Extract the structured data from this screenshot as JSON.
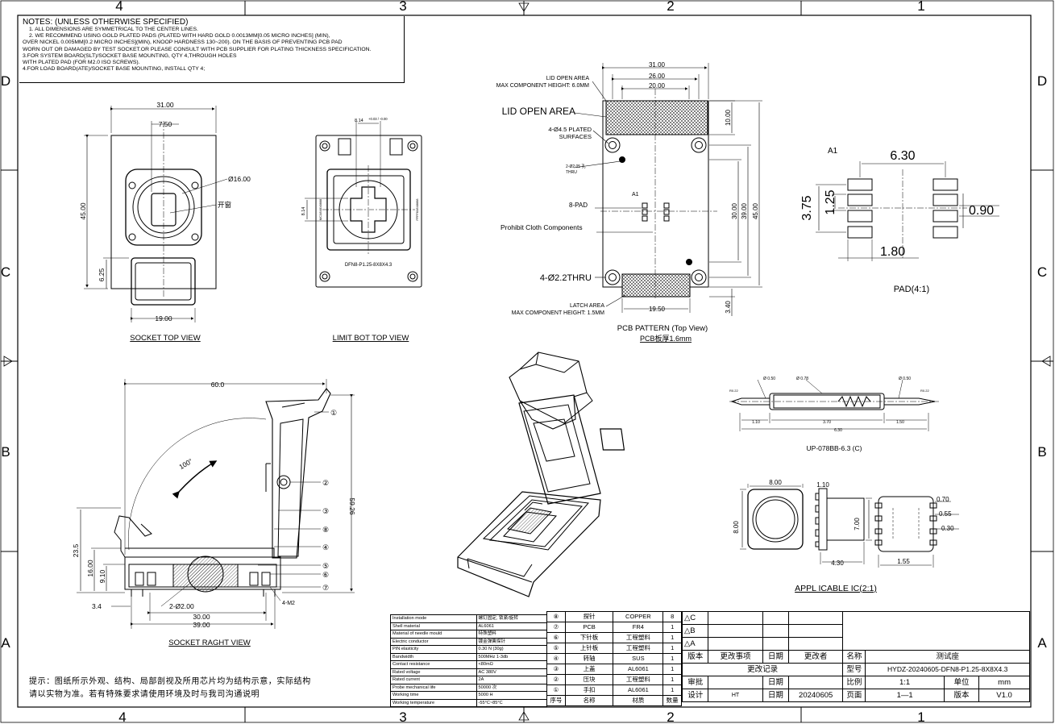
{
  "frame": {
    "cols_top": [
      "4",
      "3",
      "2",
      "1"
    ],
    "cols_bottom": [
      "4",
      "3",
      "2",
      "1"
    ],
    "rows_left": [
      "D",
      "C",
      "B",
      "A"
    ],
    "rows_right": [
      "D",
      "C",
      "B",
      "A"
    ]
  },
  "notes": {
    "title": "NOTES: (UNLESS OTHERWISE SPECIFIED)",
    "lines": [
      "1. ALL DIMENSIONS ARE SYMMETRICAL TO THE CENTER LINES.",
      "2. WE RECOMMEND USING GOLD PLATED PADS (PLATED WITH HARD GOLD 0.0013MM[0.05 MICRO INCHES] (MIN),",
      "OVER NICKEL 0.005MM[0.2 MICRO INCHES](MIN), KNOOP HARDNESS 130~200). ON THE BASIS OF PREVENTING PCB PAD",
      "WORN OUT OR DAMAGED BY TEST SOCKET.OR PLEASE CONSULT WITH PCB SUPPLIER FOR PLATING THICKNESS SPECIFICATION.",
      "3.FOR SYSTEM BOARD(SLT)/SOCKET BASE MOUNTING, QTY 4,THROUGH HOLES",
      "WITH PLATED PAD (FOR M2.0 ISO SCREWS).",
      "4.FOR LOAD BOARD(ATE)/SOCKET BASE MOUNTING, INSTALL QTY 4;"
    ]
  },
  "socket_top": {
    "title": "SOCKET TOP VIEW",
    "dim_width": "31.00",
    "dim_offset": "7.50",
    "dim_hole": "Ø16.00",
    "label_window": "开窗",
    "dim_height": "45.00",
    "dim_latch": "6.25",
    "dim_bottom": "19.00"
  },
  "limit_bot": {
    "title": "LIMIT BOT  TOP VIEW",
    "dim_top": "8.14",
    "dim_top_tol": "+0.03 / -0.00",
    "dim_side": "8.14",
    "label": "DFN8-P1.25-8X8X4.3",
    "side_text_left": "MCX8X8X8888",
    "side_text_right": "FFFF8X8X8888"
  },
  "pcb": {
    "title": "PCB PATTERN (Top View)",
    "subtitle": "PCB板厚1.6mm",
    "dim_31": "31.00",
    "dim_26": "26.00",
    "dim_20": "20.00",
    "dim_10": "10.00",
    "dim_30": "30.00",
    "dim_39": "39.00",
    "dim_45": "45.00",
    "dim_1950": "19.50",
    "dim_340": "3.40",
    "lid_open_small": "LID OPEN AREA",
    "lid_max": "MAX COMPONENT HEIGHT: 6.0MM",
    "lid_open_big": "LID OPEN AREA",
    "plated": "4-Ø4.5 PLATED",
    "surfaces": "SURFACES",
    "thru_small": "2-Ø2.05 孔",
    "thru_small2": "THRU",
    "a1": "A1",
    "pad8": "8-PAD",
    "prohibit": "Prohibit Cloth Components",
    "thru_big": "4-Ø2.2THRU",
    "latch": "LATCH AREA",
    "latch_max": "MAX COMPONENT HEIGHT: 1.5MM"
  },
  "pad": {
    "a1": "A1",
    "dim_630": "6.30",
    "dim_375": "3.75",
    "dim_125": "1.25",
    "dim_090": "0.90",
    "dim_180": "1.80",
    "title": "PAD(4:1)"
  },
  "socket_right": {
    "title": "SOCKET RAGHT VIEW",
    "dim_60": "60.0",
    "dim_5926": "59.26",
    "dim_100": "100°",
    "dim_235": "23.5",
    "dim_16": "16.00",
    "dim_91": "9.10",
    "dim_34": "3.4",
    "dim_2hole": "2-Ø2.00",
    "dim_30": "30.00",
    "dim_39": "39.00",
    "dim_m2": "4-M2",
    "callouts": [
      "①",
      "②",
      "③",
      "⑧",
      "④",
      "⑤",
      "⑥",
      "⑦"
    ]
  },
  "pin": {
    "title": "UP-078BB-6.3 (C)",
    "d050a": "Ø 0.50",
    "d078": "Ø 0.78",
    "d050b": "Ø 0.50",
    "tip_l": "R0.22",
    "tip_r": "R0.22",
    "l110": "1.10",
    "l370": "3.70",
    "l150": "1.50",
    "l630": "6.30"
  },
  "ic": {
    "title": "APPL ICABLE IC(2:1)",
    "d800t": "8.00",
    "d800s": "8.00",
    "d110": "1.10",
    "d700": "7.00",
    "d430": "4.30",
    "d070": "0.70",
    "d055": "0.55",
    "d030": "0.30",
    "d155": "1.55"
  },
  "cn_note": {
    "line1": "提示：图纸所示外观、结构、局部剖视及所用芯片均为结构示意，实际结构",
    "line2": "请以实物为准。若有特殊要求请使用环境及时与我司沟通说明"
  },
  "spec_table": [
    [
      "Installation mode",
      "螺钉固定, 锁紧/旋转"
    ],
    [
      "Shell material",
      "AL6061"
    ],
    [
      "Material of needle mould",
      "特殊塑料"
    ],
    [
      "Electric conductor",
      "镀金弹簧探针"
    ],
    [
      "PIN elasticity",
      "0.30 N (30g)"
    ],
    [
      "Bandwidth",
      "500MHz  1-3db"
    ],
    [
      "Contact resistance",
      "<80mΩ"
    ],
    [
      "Rated voltage",
      "AC 380V"
    ],
    [
      "Rated current",
      "2A"
    ],
    [
      "Probe mechanical life",
      "50000 次"
    ],
    [
      "Working time",
      "5000 H"
    ],
    [
      "Working temperature",
      "-55°C~85°C"
    ]
  ],
  "bom": {
    "rows": [
      {
        "no": "⑧",
        "name": "探针",
        "material": "COPPER",
        "qty": "8"
      },
      {
        "no": "⑦",
        "name": "PCB",
        "material": "FR4",
        "qty": "1"
      },
      {
        "no": "⑥",
        "name": "下针板",
        "material": "工程塑料",
        "qty": "1"
      },
      {
        "no": "⑤",
        "name": "上针板",
        "material": "工程塑料",
        "qty": "1"
      },
      {
        "no": "④",
        "name": "转轴",
        "material": "SUS",
        "qty": "1"
      },
      {
        "no": "③",
        "name": "上盖",
        "material": "AL6061",
        "qty": "1"
      },
      {
        "no": "②",
        "name": "压块",
        "material": "工程塑料",
        "qty": "1"
      },
      {
        "no": "①",
        "name": "手扣",
        "material": "AL6061",
        "qty": "1"
      }
    ],
    "header": {
      "no": "序号",
      "name": "名称",
      "material": "材质",
      "qty": "数量"
    }
  },
  "revision": {
    "marks": [
      "△C",
      "△B",
      "△A"
    ],
    "h_version": "版本",
    "h_item": "更改事项",
    "h_date": "日期",
    "h_by": "更改者",
    "name_label": "名称",
    "name_value": "测试座",
    "record": "更改记录",
    "model_label": "型号",
    "model_value": "HYDZ-20240605-DFN8-P1.25-8X8X4.3",
    "approve": "审批",
    "date1": "日期",
    "scale_label": "比例",
    "scale_value": "1:1",
    "unit_label": "单位",
    "unit_value": "mm",
    "design": "设计",
    "designer": "HT",
    "date2": "日期",
    "date_value": "20240605",
    "page_label": "页面",
    "page_value": "1—1",
    "ver_label": "版本",
    "ver_value": "V1.0"
  }
}
